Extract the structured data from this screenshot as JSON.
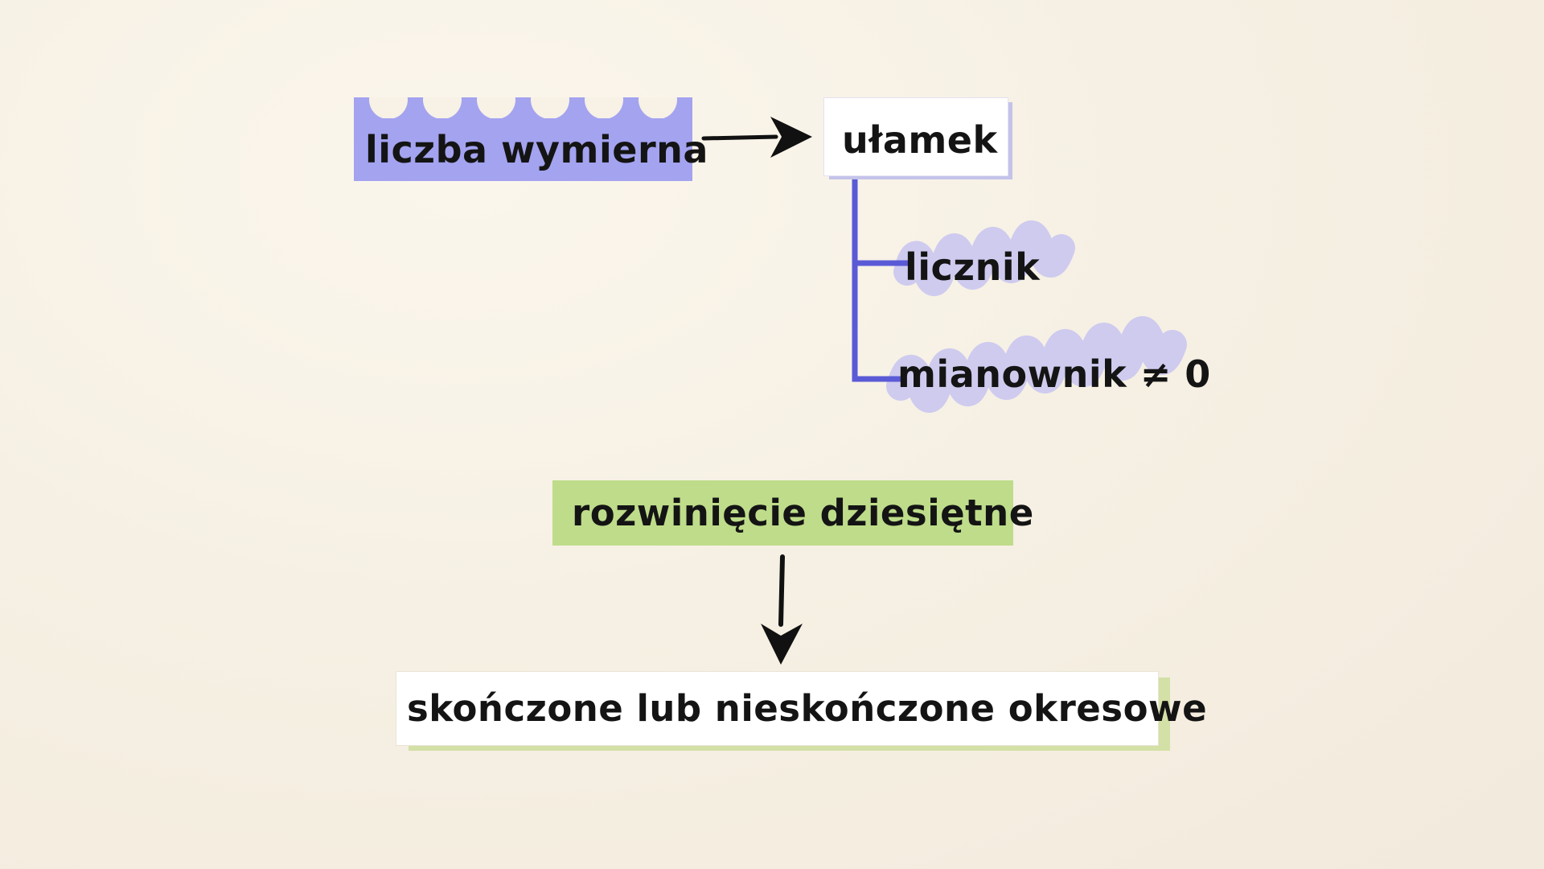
{
  "nodes": {
    "rational_number": "liczba wymierna",
    "fraction": "ułamek",
    "numerator": "licznik",
    "denominator": "mianownik ≠ 0",
    "decimal_expansion": "rozwinięcie dziesiętne",
    "decimal_types": "skończone lub nieskończone okresowe"
  },
  "colors": {
    "background": "#f6f0e4",
    "purple_box": "#a3a3f0",
    "connector_blue": "#5a5ad6",
    "highlight_lilac": "#cfcbef",
    "green_box": "#bedc8a",
    "green_shadow": "#d3e0a6",
    "arrow": "#111111"
  }
}
